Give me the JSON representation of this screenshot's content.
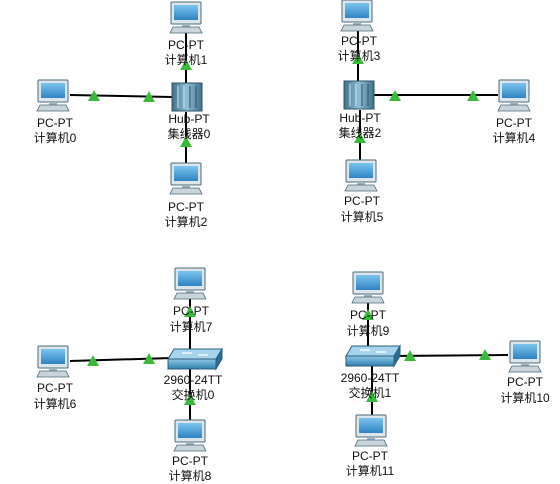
{
  "colors": {
    "background": "#ffffff",
    "link": "#000000",
    "link_up_indicator": "#3cb93c",
    "pc_screen": "#3f9ad6",
    "pc_body": "#cfd8dd",
    "pc_outline": "#4a6a7a",
    "hub_body": "#5a8fa8",
    "switch_body": "#3d8db8"
  },
  "devices": {
    "hub0": {
      "type_label": "Hub-PT",
      "name": "集线器0",
      "icon": "hub-icon"
    },
    "hub2": {
      "type_label": "Hub-PT",
      "name": "集线器2",
      "icon": "hub-icon"
    },
    "switch0": {
      "type_label": "2960-24TT",
      "name": "交换机0",
      "icon": "switch-icon"
    },
    "switch1": {
      "type_label": "2960-24TT",
      "name": "交换机1",
      "icon": "switch-icon"
    },
    "pc0": {
      "type_label": "PC-PT",
      "name": "计算机0",
      "icon": "pc-icon"
    },
    "pc1": {
      "type_label": "PC-PT",
      "name": "计算机1",
      "icon": "pc-icon"
    },
    "pc2": {
      "type_label": "PC-PT",
      "name": "计算机2",
      "icon": "pc-icon"
    },
    "pc3": {
      "type_label": "PC-PT",
      "name": "计算机3",
      "icon": "pc-icon"
    },
    "pc4": {
      "type_label": "PC-PT",
      "name": "计算机4",
      "icon": "pc-icon"
    },
    "pc5": {
      "type_label": "PC-PT",
      "name": "计算机5",
      "icon": "pc-icon"
    },
    "pc6": {
      "type_label": "PC-PT",
      "name": "计算机6",
      "icon": "pc-icon"
    },
    "pc7": {
      "type_label": "PC-PT",
      "name": "计算机7",
      "icon": "pc-icon"
    },
    "pc8": {
      "type_label": "PC-PT",
      "name": "计算机8",
      "icon": "pc-icon"
    },
    "pc9": {
      "type_label": "PC-PT",
      "name": "计算机9",
      "icon": "pc-icon"
    },
    "pc10": {
      "type_label": "PC-PT",
      "name": "计算机10",
      "icon": "pc-icon"
    },
    "pc11": {
      "type_label": "PC-PT",
      "name": "计算机11",
      "icon": "pc-icon"
    }
  },
  "links": [
    {
      "from": "pc0",
      "to": "hub0",
      "status": "up"
    },
    {
      "from": "pc1",
      "to": "hub0",
      "status": "up"
    },
    {
      "from": "pc2",
      "to": "hub0",
      "status": "up"
    },
    {
      "from": "pc3",
      "to": "hub2",
      "status": "up"
    },
    {
      "from": "pc4",
      "to": "hub2",
      "status": "up"
    },
    {
      "from": "pc5",
      "to": "hub2",
      "status": "up"
    },
    {
      "from": "pc6",
      "to": "switch0",
      "status": "up"
    },
    {
      "from": "pc7",
      "to": "switch0",
      "status": "up"
    },
    {
      "from": "pc8",
      "to": "switch0",
      "status": "up"
    },
    {
      "from": "pc9",
      "to": "switch1",
      "status": "up"
    },
    {
      "from": "pc10",
      "to": "switch1",
      "status": "up"
    },
    {
      "from": "pc11",
      "to": "switch1",
      "status": "up"
    }
  ]
}
